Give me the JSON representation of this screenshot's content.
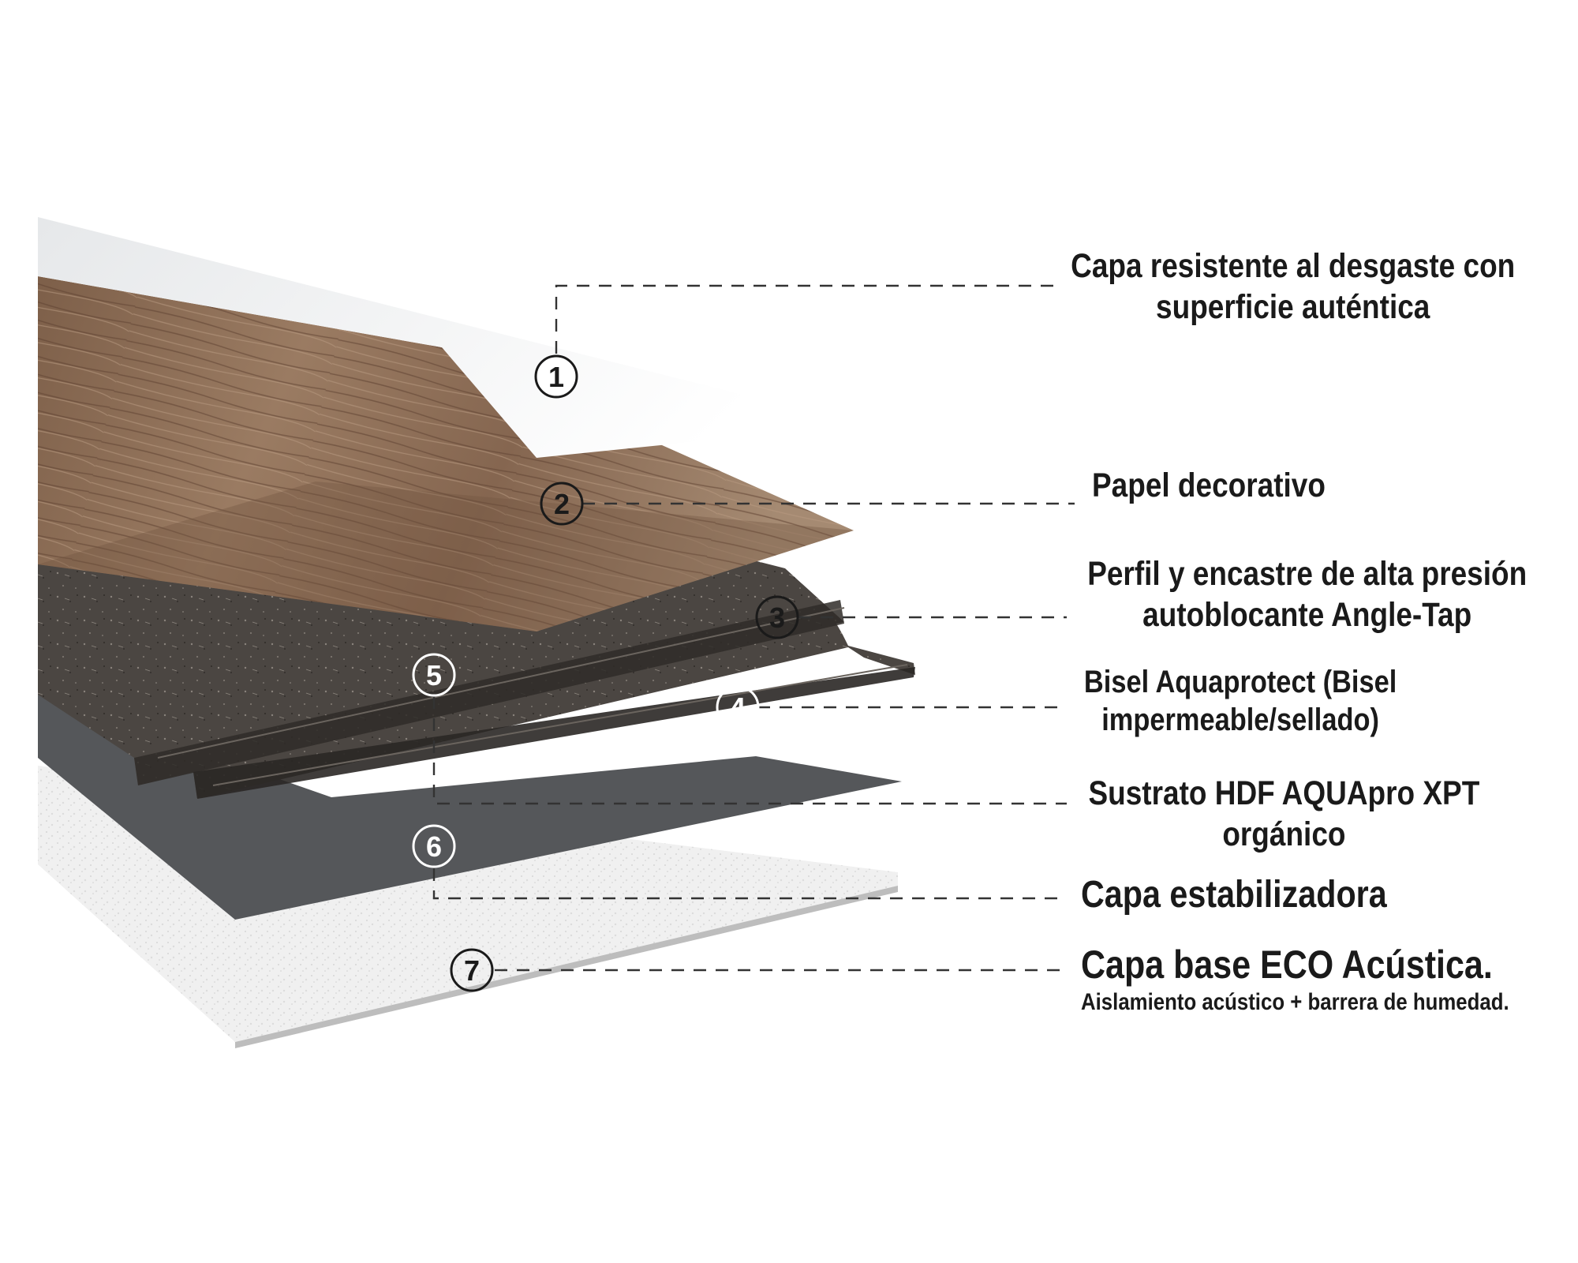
{
  "layers": [
    {
      "number": "1",
      "lines": [
        "Capa resistente al desgaste con",
        "superficie auténtica"
      ]
    },
    {
      "number": "2",
      "lines": [
        "Papel decorativo"
      ]
    },
    {
      "number": "3",
      "lines": [
        "Perfil y encastre de alta presión",
        "autoblocante Angle-Tap"
      ]
    },
    {
      "number": "4",
      "lines": [
        "Bisel Aquaprotect (Bisel",
        "impermeable/sellado)"
      ]
    },
    {
      "number": "5",
      "lines": [
        "Sustrato HDF AQUApro XPT",
        "orgánico"
      ]
    },
    {
      "number": "6",
      "lines": [
        "Capa estabilizadora"
      ]
    },
    {
      "number": "7",
      "lines": [
        "Capa base ECO Acústica.",
        "Aislamiento acústico + barrera de humedad."
      ]
    }
  ],
  "colors": {
    "wear_layer": "#eceef0",
    "wood": "#8a6a52",
    "hdf": "#4a4541",
    "stabilizer": "#55575a",
    "base": "#eeeeee",
    "text": "#1a1a1a"
  }
}
